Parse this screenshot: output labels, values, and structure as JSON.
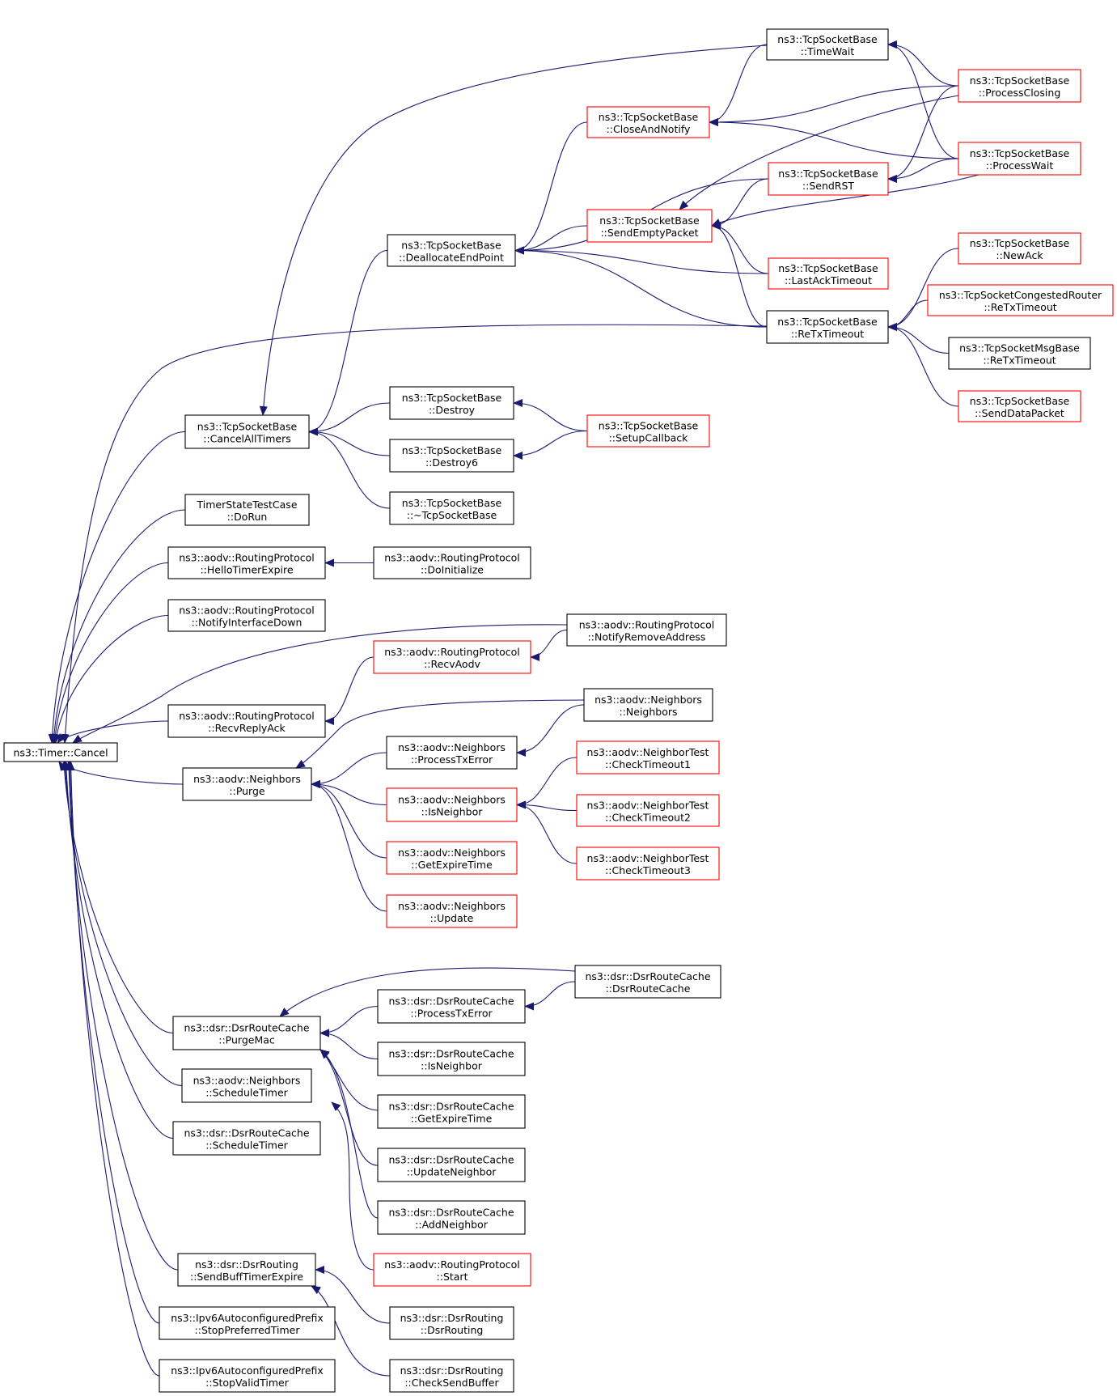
{
  "colors": {
    "edge": "#191970",
    "border_normal": "#000000",
    "border_truncated": "#ff0000",
    "root_fill": "#bfbfbf"
  },
  "nodes": [
    {
      "id": "root",
      "lines": [
        "ns3::Timer::Cancel"
      ],
      "style": "root"
    },
    {
      "id": "cat",
      "lines": [
        "ns3::TcpSocketBase",
        "::CancelAllTimers"
      ],
      "style": "normal"
    },
    {
      "id": "dep",
      "lines": [
        "ns3::TcpSocketBase",
        "::DeallocateEndPoint"
      ],
      "style": "normal"
    },
    {
      "id": "can",
      "lines": [
        "ns3::TcpSocketBase",
        "::CloseAndNotify"
      ],
      "style": "truncated"
    },
    {
      "id": "tw",
      "lines": [
        "ns3::TcpSocketBase",
        "::TimeWait"
      ],
      "style": "normal"
    },
    {
      "id": "pc",
      "lines": [
        "ns3::TcpSocketBase",
        "::ProcessClosing"
      ],
      "style": "truncated"
    },
    {
      "id": "pw",
      "lines": [
        "ns3::TcpSocketBase",
        "::ProcessWait"
      ],
      "style": "truncated"
    },
    {
      "id": "srst",
      "lines": [
        "ns3::TcpSocketBase",
        "::SendRST"
      ],
      "style": "truncated"
    },
    {
      "id": "sep",
      "lines": [
        "ns3::TcpSocketBase",
        "::SendEmptyPacket"
      ],
      "style": "truncated"
    },
    {
      "id": "lat",
      "lines": [
        "ns3::TcpSocketBase",
        "::LastAckTimeout"
      ],
      "style": "truncated"
    },
    {
      "id": "rtx",
      "lines": [
        "ns3::TcpSocketBase",
        "::ReTxTimeout"
      ],
      "style": "normal"
    },
    {
      "id": "na",
      "lines": [
        "ns3::TcpSocketBase",
        "::NewAck"
      ],
      "style": "truncated"
    },
    {
      "id": "tcr",
      "lines": [
        "ns3::TcpSocketCongestedRouter",
        "::ReTxTimeout"
      ],
      "style": "truncated"
    },
    {
      "id": "tmb",
      "lines": [
        "ns3::TcpSocketMsgBase",
        "::ReTxTimeout"
      ],
      "style": "normal"
    },
    {
      "id": "sdp",
      "lines": [
        "ns3::TcpSocketBase",
        "::SendDataPacket"
      ],
      "style": "truncated"
    },
    {
      "id": "dst",
      "lines": [
        "ns3::TcpSocketBase",
        "::Destroy"
      ],
      "style": "normal"
    },
    {
      "id": "dst6",
      "lines": [
        "ns3::TcpSocketBase",
        "::Destroy6"
      ],
      "style": "normal"
    },
    {
      "id": "scb",
      "lines": [
        "ns3::TcpSocketBase",
        "::SetupCallback"
      ],
      "style": "truncated"
    },
    {
      "id": "dtor",
      "lines": [
        "ns3::TcpSocketBase",
        "::~TcpSocketBase"
      ],
      "style": "normal"
    },
    {
      "id": "tst",
      "lines": [
        "TimerStateTestCase",
        "::DoRun"
      ],
      "style": "normal"
    },
    {
      "id": "hte",
      "lines": [
        "ns3::aodv::RoutingProtocol",
        "::HelloTimerExpire"
      ],
      "style": "normal"
    },
    {
      "id": "doi",
      "lines": [
        "ns3::aodv::RoutingProtocol",
        "::DoInitialize"
      ],
      "style": "normal"
    },
    {
      "id": "nid",
      "lines": [
        "ns3::aodv::RoutingProtocol",
        "::NotifyInterfaceDown"
      ],
      "style": "normal"
    },
    {
      "id": "nra",
      "lines": [
        "ns3::aodv::RoutingProtocol",
        "::NotifyRemoveAddress"
      ],
      "style": "normal"
    },
    {
      "id": "rav",
      "lines": [
        "ns3::aodv::RoutingProtocol",
        "::RecvAodv"
      ],
      "style": "truncated"
    },
    {
      "id": "rra",
      "lines": [
        "ns3::aodv::RoutingProtocol",
        "::RecvReplyAck"
      ],
      "style": "normal"
    },
    {
      "id": "nbn",
      "lines": [
        "ns3::aodv::Neighbors",
        "::Neighbors"
      ],
      "style": "normal"
    },
    {
      "id": "ptx",
      "lines": [
        "ns3::aodv::Neighbors",
        "::ProcessTxError"
      ],
      "style": "normal"
    },
    {
      "id": "pur",
      "lines": [
        "ns3::aodv::Neighbors",
        "::Purge"
      ],
      "style": "normal"
    },
    {
      "id": "isn",
      "lines": [
        "ns3::aodv::Neighbors",
        "::IsNeighbor"
      ],
      "style": "truncated"
    },
    {
      "id": "ct1",
      "lines": [
        "ns3::aodv::NeighborTest",
        "::CheckTimeout1"
      ],
      "style": "truncated"
    },
    {
      "id": "ct2",
      "lines": [
        "ns3::aodv::NeighborTest",
        "::CheckTimeout2"
      ],
      "style": "truncated"
    },
    {
      "id": "ct3",
      "lines": [
        "ns3::aodv::NeighborTest",
        "::CheckTimeout3"
      ],
      "style": "truncated"
    },
    {
      "id": "get",
      "lines": [
        "ns3::aodv::Neighbors",
        "::GetExpireTime"
      ],
      "style": "truncated"
    },
    {
      "id": "upd",
      "lines": [
        "ns3::aodv::Neighbors",
        "::Update"
      ],
      "style": "truncated"
    },
    {
      "id": "drc",
      "lines": [
        "ns3::dsr::DsrRouteCache",
        "::DsrRouteCache"
      ],
      "style": "normal"
    },
    {
      "id": "dptx",
      "lines": [
        "ns3::dsr::DsrRouteCache",
        "::ProcessTxError"
      ],
      "style": "normal"
    },
    {
      "id": "pmac",
      "lines": [
        "ns3::dsr::DsrRouteCache",
        "::PurgeMac"
      ],
      "style": "normal"
    },
    {
      "id": "disn",
      "lines": [
        "ns3::dsr::DsrRouteCache",
        "::IsNeighbor"
      ],
      "style": "normal"
    },
    {
      "id": "dget",
      "lines": [
        "ns3::dsr::DsrRouteCache",
        "::GetExpireTime"
      ],
      "style": "normal"
    },
    {
      "id": "dupd",
      "lines": [
        "ns3::dsr::DsrRouteCache",
        "::UpdateNeighbor"
      ],
      "style": "normal"
    },
    {
      "id": "dadd",
      "lines": [
        "ns3::dsr::DsrRouteCache",
        "::AddNeighbor"
      ],
      "style": "normal"
    },
    {
      "id": "ast",
      "lines": [
        "ns3::aodv::RoutingProtocol",
        "::Start"
      ],
      "style": "truncated"
    },
    {
      "id": "nst",
      "lines": [
        "ns3::aodv::Neighbors",
        "::ScheduleTimer"
      ],
      "style": "normal"
    },
    {
      "id": "dst2",
      "lines": [
        "ns3::dsr::DsrRouteCache",
        "::ScheduleTimer"
      ],
      "style": "normal"
    },
    {
      "id": "sbte",
      "lines": [
        "ns3::dsr::DsrRouting",
        "::SendBuffTimerExpire"
      ],
      "style": "normal"
    },
    {
      "id": "drt",
      "lines": [
        "ns3::dsr::DsrRouting",
        "::DsrRouting"
      ],
      "style": "normal"
    },
    {
      "id": "csb",
      "lines": [
        "ns3::dsr::DsrRouting",
        "::CheckSendBuffer"
      ],
      "style": "normal"
    },
    {
      "id": "spt",
      "lines": [
        "ns3::Ipv6AutoconfiguredPrefix",
        "::StopPreferredTimer"
      ],
      "style": "normal"
    },
    {
      "id": "svt",
      "lines": [
        "ns3::Ipv6AutoconfiguredPrefix",
        "::StopValidTimer"
      ],
      "style": "normal"
    }
  ],
  "edges": [
    [
      "cat",
      "root"
    ],
    [
      "tst",
      "root"
    ],
    [
      "hte",
      "root"
    ],
    [
      "nid",
      "root"
    ],
    [
      "nra",
      "root"
    ],
    [
      "rra",
      "root"
    ],
    [
      "pur",
      "root"
    ],
    [
      "pmac",
      "root"
    ],
    [
      "nst",
      "root"
    ],
    [
      "dst2",
      "root"
    ],
    [
      "sbte",
      "root"
    ],
    [
      "spt",
      "root"
    ],
    [
      "svt",
      "root"
    ],
    [
      "rtx",
      "root"
    ],
    [
      "tw",
      "cat"
    ],
    [
      "dep",
      "cat"
    ],
    [
      "dst",
      "cat"
    ],
    [
      "dst6",
      "cat"
    ],
    [
      "dtor",
      "cat"
    ],
    [
      "can",
      "dep"
    ],
    [
      "srst",
      "dep"
    ],
    [
      "sep",
      "dep"
    ],
    [
      "lat",
      "dep"
    ],
    [
      "rtx",
      "dep"
    ],
    [
      "tw",
      "can"
    ],
    [
      "pc",
      "can"
    ],
    [
      "pw",
      "can"
    ],
    [
      "pc",
      "tw"
    ],
    [
      "pw",
      "tw"
    ],
    [
      "pw",
      "srst"
    ],
    [
      "pc",
      "srst"
    ],
    [
      "srst",
      "sep"
    ],
    [
      "lat",
      "sep"
    ],
    [
      "rtx",
      "sep"
    ],
    [
      "pc",
      "sep"
    ],
    [
      "pw",
      "sep"
    ],
    [
      "na",
      "rtx"
    ],
    [
      "tcr",
      "rtx"
    ],
    [
      "tmb",
      "rtx"
    ],
    [
      "sdp",
      "rtx"
    ],
    [
      "scb",
      "dst"
    ],
    [
      "scb",
      "dst6"
    ],
    [
      "doi",
      "hte"
    ],
    [
      "nra",
      "rav"
    ],
    [
      "rav",
      "rra"
    ],
    [
      "nbn",
      "pur"
    ],
    [
      "ptx",
      "pur"
    ],
    [
      "isn",
      "pur"
    ],
    [
      "get",
      "pur"
    ],
    [
      "upd",
      "pur"
    ],
    [
      "nbn",
      "ptx"
    ],
    [
      "ct1",
      "isn"
    ],
    [
      "ct2",
      "isn"
    ],
    [
      "ct3",
      "isn"
    ],
    [
      "drc",
      "pmac"
    ],
    [
      "dptx",
      "pmac"
    ],
    [
      "disn",
      "pmac"
    ],
    [
      "dget",
      "pmac"
    ],
    [
      "dupd",
      "pmac"
    ],
    [
      "dadd",
      "pmac"
    ],
    [
      "drc",
      "dptx"
    ],
    [
      "ast",
      "nst"
    ],
    [
      "drt",
      "sbte"
    ],
    [
      "csb",
      "sbte"
    ]
  ]
}
